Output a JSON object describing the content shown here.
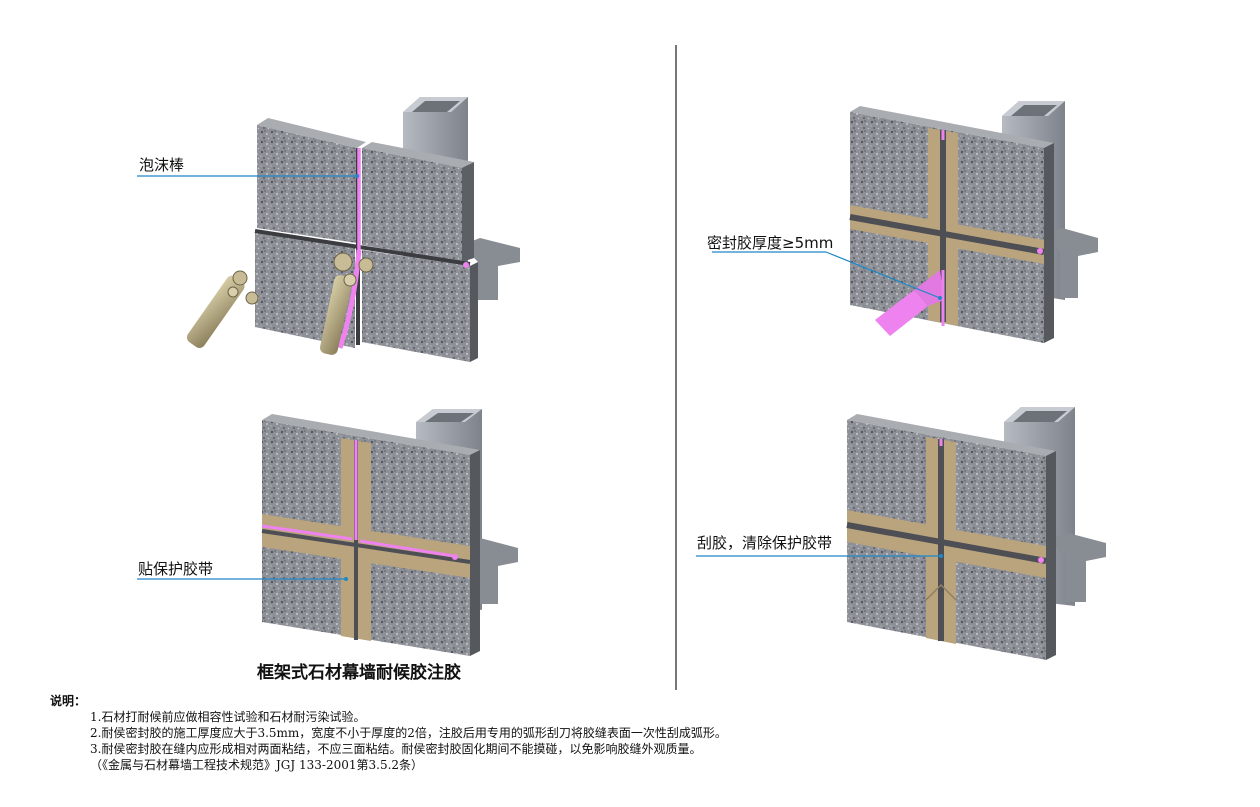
{
  "labels": {
    "foam_rod": "泡沫棒",
    "protective_tape": "贴保护胶带",
    "sealant_thickness": "密封胶厚度≥5mm",
    "scrape": "刮胶，清除保护胶带"
  },
  "title": "框架式石材幕墙耐候胶注胶",
  "notes": {
    "heading": "说明：",
    "items": [
      "1.石材打耐候前应做相容性试验和石材耐污染试验。",
      "2.耐侯密封胶的施工厚度应大于3.5mm，宽度不小于厚度的2倍，注胶后用专用的弧形刮刀将胶缝表面一次性刮成弧形。",
      "3.耐侯密封胶在缝内应形成相对两面粘结，不应三面粘结。耐侯密封胶固化期间不能摸碰，以免影响胶缝外观质量。",
      "（《金属与石材幕墙工程技术规范》JGJ 133-2001第3.5.2条）"
    ]
  },
  "colors": {
    "callout_line": "#1e88c8",
    "stone_base": "#8a8d92",
    "tape_pink": "#e878e8",
    "sealant_tan": "#b9a47e",
    "metal_frame": "#9da1a8",
    "divider": "#777777"
  }
}
